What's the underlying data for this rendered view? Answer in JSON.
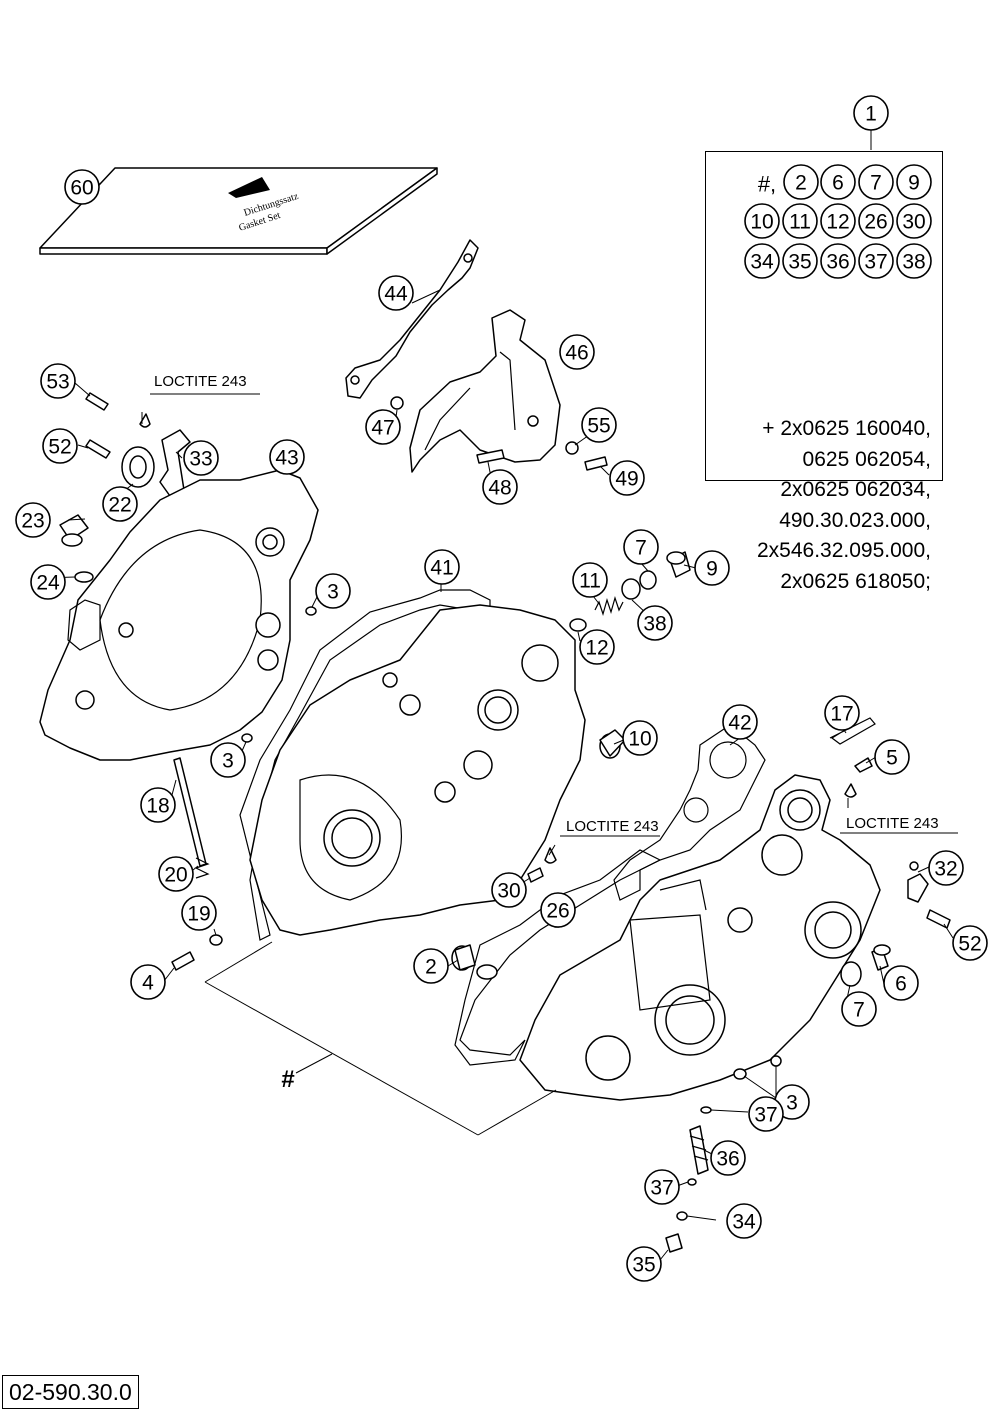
{
  "drawing_number": "02-590.30.0",
  "hash_symbol": "#",
  "loctite_notes": [
    "LOCTITE 243",
    "LOCTITE 243",
    "LOCTITE 243"
  ],
  "gasket_set_label": [
    "Dichtungssatz",
    "Gasket Set"
  ],
  "kit": {
    "number": "1",
    "row1_prefix": "#,",
    "circled_parts": [
      [
        "2",
        "6",
        "7",
        "9"
      ],
      [
        "10",
        "11",
        "12",
        "26",
        "30"
      ],
      [
        "34",
        "35",
        "36",
        "37",
        "38"
      ]
    ],
    "lines": [
      "+ 2x0625 160040,",
      "0625 062054,",
      "2x0625 062034,",
      "490.30.023.000,",
      "2x546.32.095.000,",
      "2x0625 618050;"
    ]
  },
  "callouts": [
    "60",
    "44",
    "46",
    "47",
    "55",
    "48",
    "49",
    "53",
    "52",
    "22",
    "33",
    "43",
    "23",
    "24",
    "3",
    "3",
    "41",
    "11",
    "7",
    "9",
    "12",
    "38",
    "10",
    "17",
    "18",
    "20",
    "19",
    "4",
    "5",
    "42",
    "30",
    "26",
    "2",
    "32",
    "52",
    "6",
    "7",
    "3",
    "37",
    "36",
    "37",
    "34",
    "35"
  ]
}
